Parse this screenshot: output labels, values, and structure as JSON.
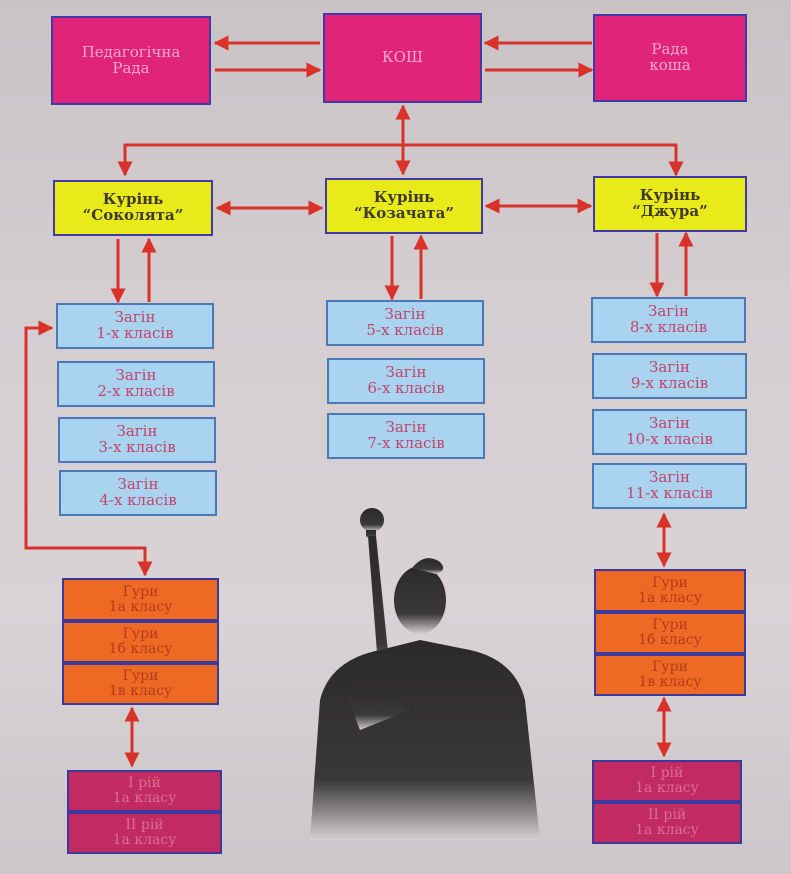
{
  "top": {
    "left": [
      "Педагогічна",
      "Рада"
    ],
    "center": [
      "КОШ"
    ],
    "right": [
      "Рада",
      "коша"
    ]
  },
  "kurins": [
    {
      "line1": "Курінь",
      "line2": "“Соколята”"
    },
    {
      "line1": "Курінь",
      "line2": "“Козачата”"
    },
    {
      "line1": "Курінь",
      "line2": "“Джура”"
    }
  ],
  "zagins": {
    "left": [
      [
        "Загін",
        "1-х класів"
      ],
      [
        "Загін",
        "2-х класів"
      ],
      [
        "Загін",
        "3-х класів"
      ],
      [
        "Загін",
        "4-х класів"
      ]
    ],
    "middle": [
      [
        "Загін",
        "5-х класів"
      ],
      [
        "Загін",
        "6-х класів"
      ],
      [
        "Загін",
        "7-х класів"
      ]
    ],
    "right": [
      [
        "Загін",
        "8-х класів"
      ],
      [
        "Загін",
        "9-х класів"
      ],
      [
        "Загін",
        "10-х класів"
      ],
      [
        "Загін",
        "11-х класів"
      ]
    ]
  },
  "groups": {
    "left": [
      [
        "Гури",
        "1а класу"
      ],
      [
        "Гури",
        "1б класу"
      ],
      [
        "Гури",
        "1в класу"
      ]
    ],
    "right": [
      [
        "Гури",
        "1а класу"
      ],
      [
        "Гури",
        "1б класу"
      ],
      [
        "Гури",
        "1в класу"
      ]
    ]
  },
  "roys": {
    "left": [
      [
        "І рій",
        "1а класу"
      ],
      [
        "ІІ рій",
        "1а класу"
      ]
    ],
    "right": [
      [
        "І рій",
        "1а класу"
      ],
      [
        "ІІ рій",
        "1а класу"
      ]
    ]
  },
  "colors": {
    "magenta": "#e0247a",
    "yellow": "#e9ea1a",
    "blue": "#a9d3ee",
    "orange": "#ee6a24",
    "crimson": "#c22a63",
    "arrow": "#d9322a",
    "border": "#3f3aa6"
  }
}
